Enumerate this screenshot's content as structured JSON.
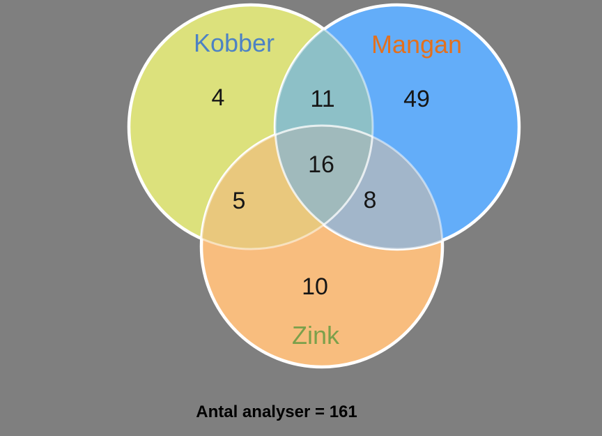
{
  "background_color": "#7f7f7f",
  "chart_data": {
    "type": "venn",
    "title": "",
    "sets": [
      {
        "name": "Kobber",
        "label_color": "#4d82c4",
        "fill": "#dce17c"
      },
      {
        "name": "Mangan",
        "label_color": "#e3701d",
        "fill": "#63adf9"
      },
      {
        "name": "Zink",
        "label_color": "#7ba04b",
        "fill": "#f8bd7e"
      }
    ],
    "regions": [
      {
        "sets": [
          "Kobber"
        ],
        "value": 4
      },
      {
        "sets": [
          "Kobber",
          "Mangan"
        ],
        "value": 11
      },
      {
        "sets": [
          "Mangan"
        ],
        "value": 49
      },
      {
        "sets": [
          "Kobber",
          "Mangan",
          "Zink"
        ],
        "value": 16
      },
      {
        "sets": [
          "Kobber",
          "Zink"
        ],
        "value": 5
      },
      {
        "sets": [
          "Mangan",
          "Zink"
        ],
        "value": 8
      },
      {
        "sets": [
          "Zink"
        ],
        "value": 10
      }
    ],
    "overlap_fills": {
      "kobber_mangan": "#8dc0c7",
      "kobber_zink": "#e9c87d",
      "mangan_zink": "#a2b6ca",
      "kobber_mangan_zink": "#a0babc"
    },
    "circle_outline_color": "#ffffff",
    "value_color": "#161616",
    "caption": "Antal analyser = 161",
    "caption_color": "#000000",
    "total_analyses": 161
  }
}
